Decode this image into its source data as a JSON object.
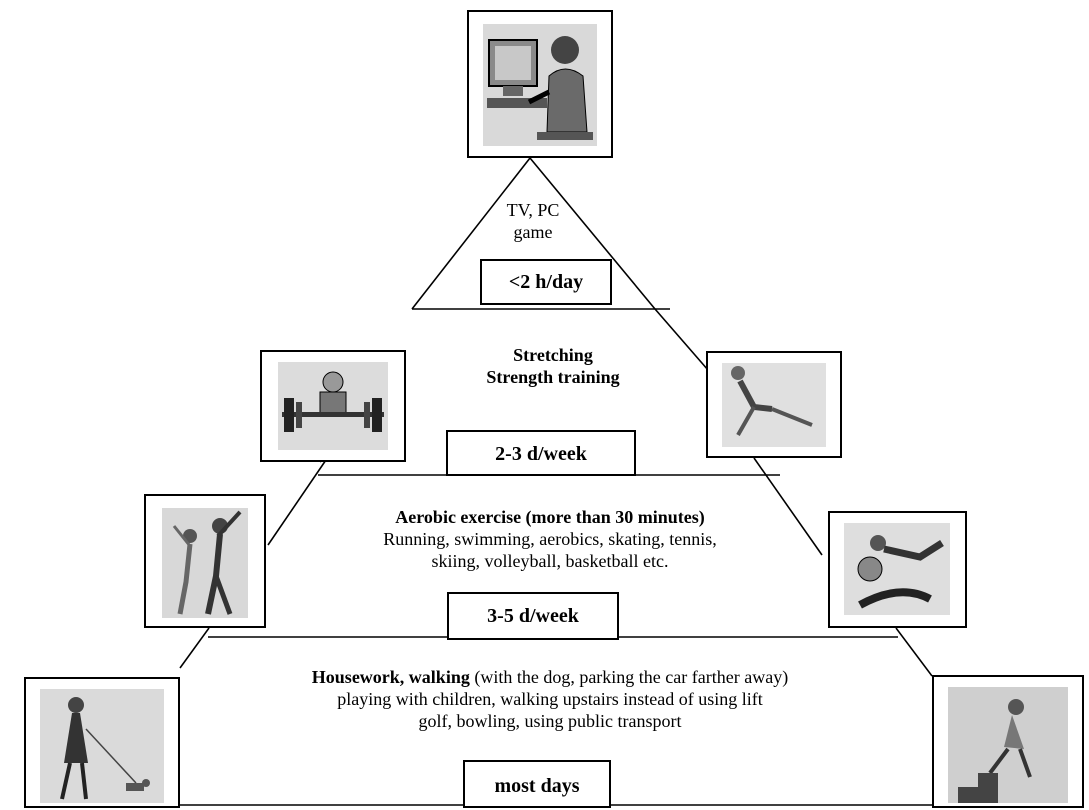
{
  "tiers": [
    {
      "id": "top",
      "lines": [
        "TV, PC",
        "game"
      ],
      "frequency": "<2 h/day"
    },
    {
      "id": "strength",
      "lines": [
        "Stretching",
        "Strength training"
      ],
      "frequency": "2-3 d/week"
    },
    {
      "id": "aerobic",
      "heading": "Aerobic exercise (more than 30 minutes)",
      "lines": [
        "Running, swimming, aerobics, skating, tennis,",
        "skiing, volleyball, basketball etc."
      ],
      "frequency": "3-5 d/week"
    },
    {
      "id": "daily",
      "heading": "Housework, walking",
      "heading_rest": " (with the dog, parking the car farther away)",
      "lines": [
        "playing with children, walking upstairs instead of using lift",
        "golf, bowling, using public transport"
      ],
      "frequency": "most days"
    }
  ],
  "icons": {
    "top": "woman-at-computer-icon",
    "left_2": "weightlifter-icon",
    "right_2": "stretching-lunge-icon",
    "left_3": "aerobics-dancers-icon",
    "right_3": "volleyball-diver-icon",
    "left_4": "woman-walking-dog-icon",
    "right_4": "woman-climbing-stairs-icon"
  }
}
